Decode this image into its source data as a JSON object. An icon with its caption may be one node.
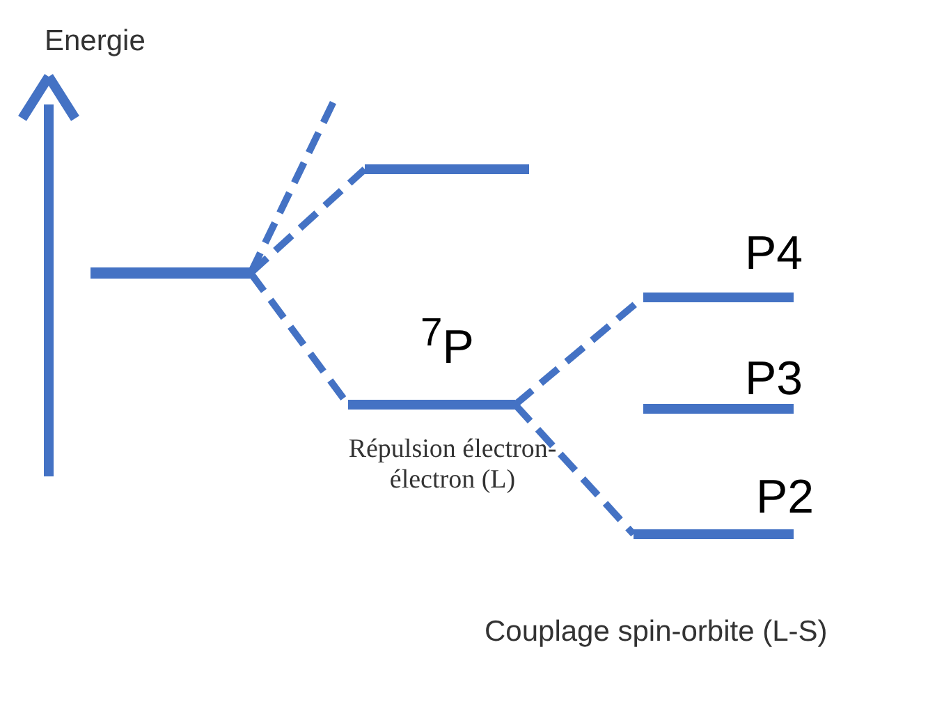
{
  "diagram": {
    "nodes": [
      {
        "text": [],
        "shape": "bar"
      },
      {
        "text": [],
        "shape": "bar"
      },
      {
        "text": [],
        "shape": "bar",
        "beside": [
          "$^{7}$P"
        ]
      },
      {
        "text": [],
        "shape": "bar",
        "beside": [
          "P4"
        ]
      },
      {
        "text": [],
        "shape": "bar",
        "beside": [
          "P3"
        ]
      },
      {
        "text": [],
        "shape": "bar",
        "beside": [
          "P2"
        ]
      }
    ],
    "edges": [
      {
        "from": 0,
        "to": 1,
        "arrow": "none",
        "style": "dashed"
      },
      {
        "from": 0,
        "to": 2,
        "arrow": "none",
        "style": "dashed"
      },
      {
        "from": 0,
        "to": null,
        "arrow": "none",
        "style": "dashed"
      },
      {
        "from": 2,
        "to": 3,
        "arrow": "none",
        "style": "dashed"
      },
      {
        "from": 2,
        "to": 5,
        "arrow": "none",
        "style": "dashed"
      }
    ],
    "labels": [
      "Energie",
      "Répulsion électron-électron (L)",
      "Couplage spin-orbite (L-S)"
    ]
  }
}
